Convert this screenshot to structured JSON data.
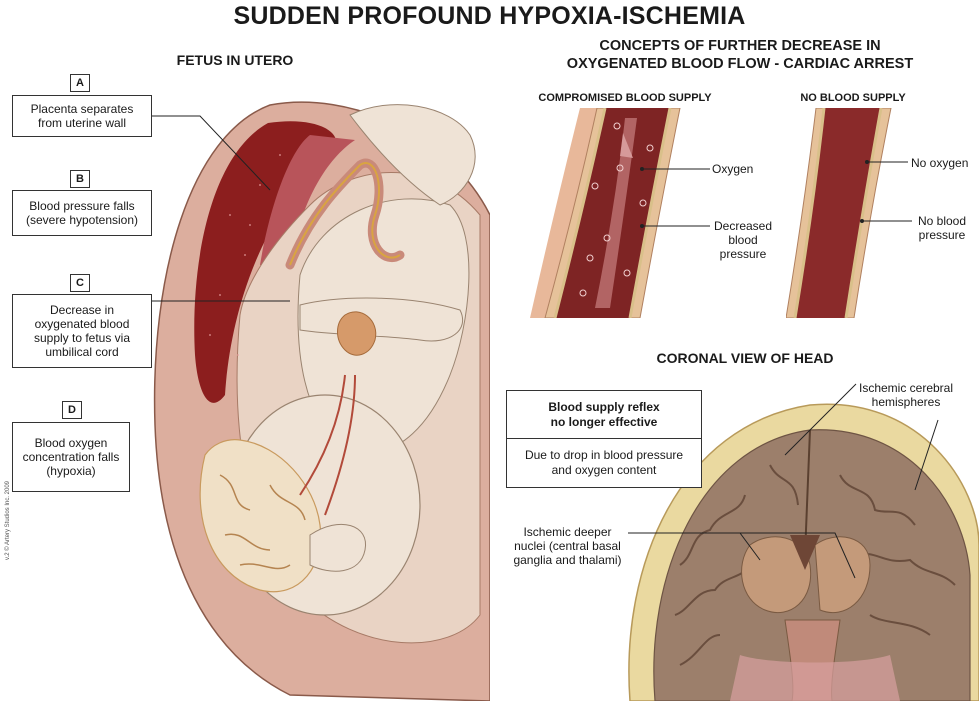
{
  "title": "SUDDEN PROFOUND HYPOXIA-ISCHEMIA",
  "fetus": {
    "heading": "FETUS IN UTERO",
    "steps": [
      {
        "letter": "A",
        "text_1": "Placenta separates",
        "text_2": "from uterine wall"
      },
      {
        "letter": "B",
        "text_1": "Blood pressure falls",
        "text_2": "(severe hypotension)"
      },
      {
        "letter": "C",
        "text_1": "Decrease in",
        "text_2": "oxygenated blood",
        "text_3": "supply to fetus via",
        "text_4": "umbilical cord"
      },
      {
        "letter": "D",
        "text_1": "Blood oxygen",
        "text_2": "concentration falls",
        "text_3": "(hypoxia)"
      }
    ],
    "credit": "v.2 © Artery Studios Inc. 2009"
  },
  "concepts": {
    "heading_1": "CONCEPTS OF FURTHER DECREASE IN",
    "heading_2": "OXYGENATED BLOOD FLOW - CARDIAC ARREST",
    "compromised": {
      "heading": "COMPROMISED BLOOD SUPPLY",
      "label_oxygen": "Oxygen",
      "label_pressure_1": "Decreased",
      "label_pressure_2": "blood",
      "label_pressure_3": "pressure"
    },
    "none": {
      "heading": "NO BLOOD SUPPLY",
      "label_oxygen": "No oxygen",
      "label_pressure_1": "No blood",
      "label_pressure_2": "pressure"
    }
  },
  "head": {
    "heading": "CORONAL VIEW OF HEAD",
    "reflex_1": "Blood supply reflex",
    "reflex_2": "no longer effective",
    "cause_1": "Due to drop in blood pressure",
    "cause_2": "and oxygen content",
    "cerebral_1": "Ischemic cerebral",
    "cerebral_2": "hemispheres",
    "nuclei_1": "Ischemic deeper",
    "nuclei_2": "nuclei (central basal",
    "nuclei_3": "ganglia and thalami)"
  },
  "colors": {
    "blood_dark": "#7a1a1a",
    "blood": "#a83232",
    "tissue": "#e8c4b4",
    "skin": "#efe3d6",
    "bone": "#ead9a0",
    "brain": "#9c7f6b"
  }
}
